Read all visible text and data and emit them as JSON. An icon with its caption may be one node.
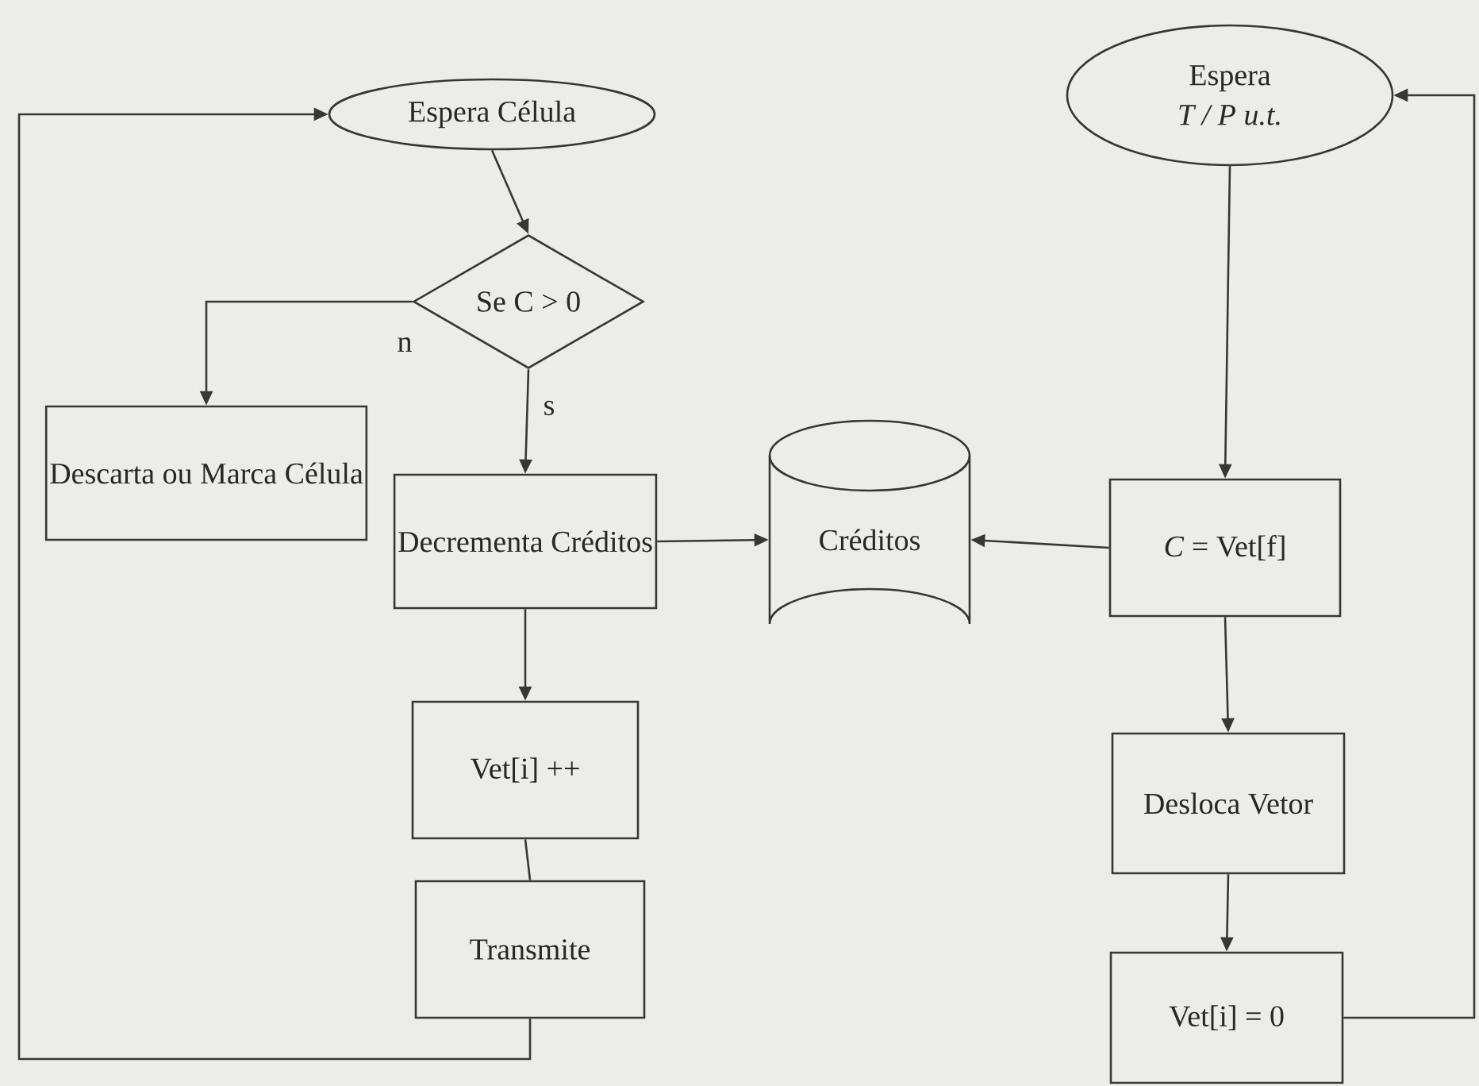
{
  "diagram": {
    "nodes": [
      {
        "text": [
          "Espera Célula"
        ]
      },
      {
        "text": [
          "Se C > 0"
        ]
      },
      {
        "text": [
          "Descarta ou Marca Célula"
        ]
      },
      {
        "text": [
          "Decrementa Créditos"
        ]
      },
      {
        "text": [
          "Créditos"
        ]
      },
      {
        "text": [
          "Vet[i] ++"
        ]
      },
      {
        "text": [
          "Transmite"
        ]
      },
      {
        "text": [
          "Espera",
          "T / P  u.t."
        ]
      },
      {
        "text": [
          "*C* = Vet[f]"
        ]
      },
      {
        "text": [
          "Desloca Vetor"
        ]
      },
      {
        "text": [
          "Vet[i] = 0"
        ]
      }
    ],
    "edges": [
      {
        "from": 0,
        "to": 1,
        "arrow": "to"
      },
      {
        "from": 1,
        "to": 2,
        "arrow": "to",
        "label": "n"
      },
      {
        "from": 1,
        "to": 3,
        "arrow": "to",
        "label": "s"
      },
      {
        "from": 3,
        "to": 4,
        "arrow": "to"
      },
      {
        "from": 3,
        "to": 5,
        "arrow": "to"
      },
      {
        "from": 5,
        "to": 6,
        "arrow": "none"
      },
      {
        "from": 6,
        "to": 0,
        "arrow": "to"
      },
      {
        "from": 7,
        "to": 8,
        "arrow": "to"
      },
      {
        "from": 8,
        "to": 4,
        "arrow": "to"
      },
      {
        "from": 8,
        "to": 9,
        "arrow": "to"
      },
      {
        "from": 9,
        "to": 10,
        "arrow": "to"
      },
      {
        "from": 10,
        "to": 7,
        "arrow": "to"
      }
    ]
  }
}
